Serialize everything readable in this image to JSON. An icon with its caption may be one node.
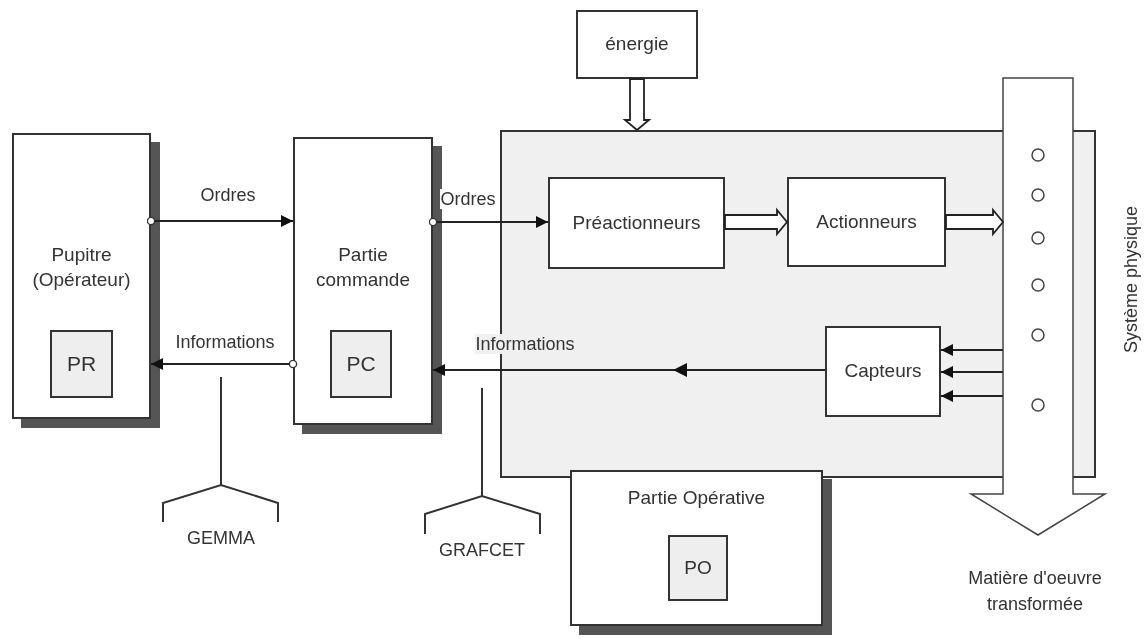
{
  "diagram": {
    "nodes": [
      {
        "text": [
          "Pupitre (Opérateur)"
        ]
      },
      {
        "text": [
          "PR"
        ],
        "in": 0
      },
      {
        "text": [
          "Partie commande"
        ]
      },
      {
        "text": [
          "PC"
        ],
        "in": 2
      },
      {
        "text": [
          "énergie"
        ]
      },
      {
        "text": [],
        "shape": "box"
      },
      {
        "text": [
          "Préactionneurs"
        ],
        "in": 5
      },
      {
        "text": [
          "Actionneurs"
        ],
        "in": 5
      },
      {
        "text": [
          "Capteurs"
        ],
        "in": 5
      },
      {
        "text": [],
        "shape": "arrow",
        "beside": [
          "Système physique",
          "Matière d'oeuvre transformée"
        ]
      },
      {
        "text": [
          "Partie Opérative"
        ]
      },
      {
        "text": [
          "PO"
        ],
        "in": 10
      }
    ],
    "edges": [
      {
        "from": 0,
        "to": 2,
        "arrow": "to",
        "label": "Ordres"
      },
      {
        "from": 2,
        "to": 0,
        "arrow": "to",
        "label": "Informations"
      },
      {
        "from": 2,
        "to": 6,
        "arrow": "to",
        "label": "Ordres"
      },
      {
        "from": 8,
        "to": 2,
        "arrow": "to",
        "label": "Informations"
      },
      {
        "from": 6,
        "to": 7,
        "arrow": "to",
        "style": "thick"
      },
      {
        "from": 7,
        "to": 9,
        "arrow": "to",
        "style": "thick"
      },
      {
        "from": 4,
        "to": 5,
        "arrow": "to",
        "style": "thick"
      },
      {
        "from": 9,
        "to": 8,
        "arrow": "to"
      },
      {
        "from": 9,
        "to": 8,
        "arrow": "to"
      },
      {
        "from": 9,
        "to": 8,
        "arrow": "to"
      }
    ],
    "labels": [
      "GEMMA",
      "GRAFCET"
    ]
  }
}
